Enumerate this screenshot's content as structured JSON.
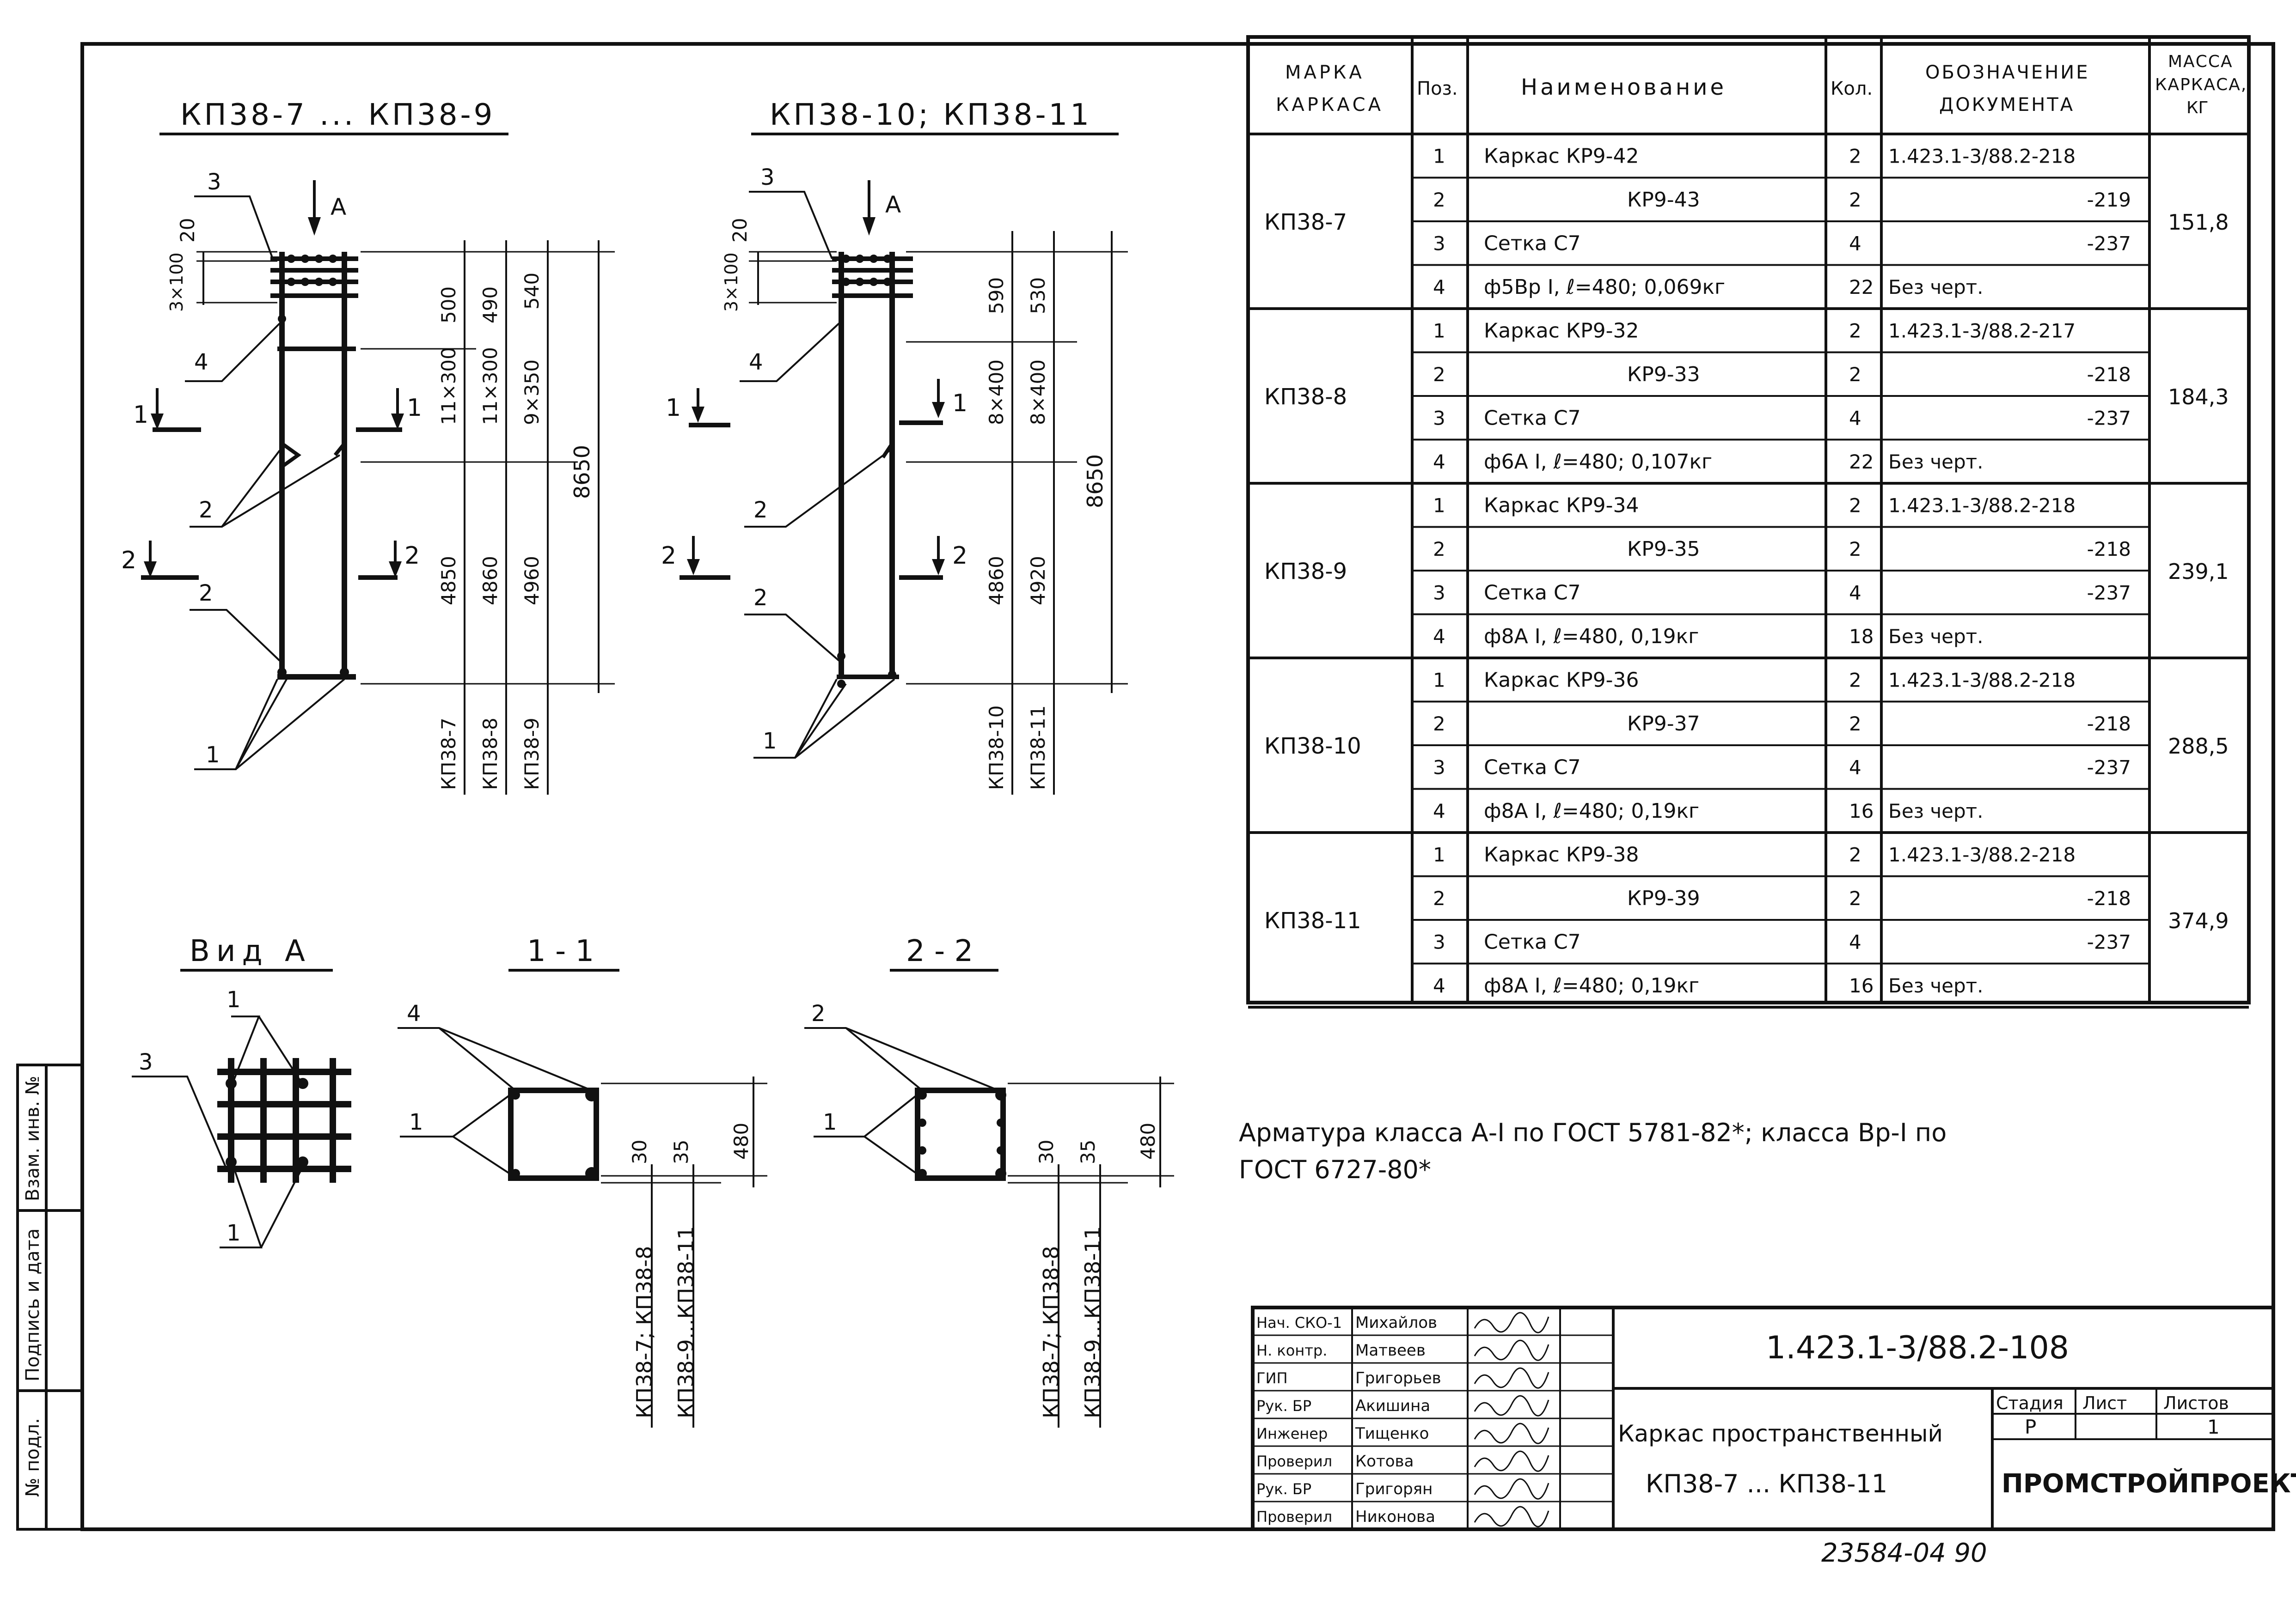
{
  "sheet": {
    "code": "1.423.1-3/88.2-108",
    "bottom_note": "23584-04   90"
  },
  "drawings": {
    "left_title": "КП38-7 ... КП38-9",
    "right_title": "КП38-10; КП38-11",
    "arrow_label": "А",
    "callouts": {
      "n1": "1",
      "n2": "2",
      "n3": "3",
      "n4": "4"
    },
    "left_dims": {
      "top": "20",
      "spacing": "3×100",
      "col1": [
        "500",
        "11×300",
        "4850"
      ],
      "col2": [
        "490",
        "11×300",
        "4860"
      ],
      "col3": [
        "540",
        "9×350",
        "4960"
      ],
      "total": "8650",
      "marks": [
        "КП38-7",
        "КП38-8",
        "КП38-9"
      ]
    },
    "right_dims": {
      "top": "20",
      "spacing": "3×100",
      "col1": [
        "590",
        "8×400",
        "4860"
      ],
      "col2": [
        "530",
        "8×400",
        "4920"
      ],
      "total": "8650",
      "marks": [
        "КП38-10",
        "КП38-11"
      ]
    },
    "section_1": "1",
    "section_2": "2",
    "view_a_title": "Вид А",
    "sec11_title": "1 - 1",
    "sec22_title": "2 - 2",
    "sec_dims": {
      "d30": "30",
      "d35": "35",
      "d480": "480"
    },
    "sec_marks": [
      "КП38-7; КП38-8",
      "КП38-9...КП38-11"
    ]
  },
  "spec_table": {
    "headers": {
      "mark": "МАРКА КАРКАСА",
      "pos": "Поз.",
      "name": "Наименование",
      "qty": "Кол.",
      "doc": "Обозначение документа",
      "mass": "Масса каркаса, кг"
    },
    "groups": [
      {
        "mark": "КП38-7",
        "mass": "151,8",
        "rows": [
          {
            "pos": "1",
            "name": "Каркас  КР9-42",
            "qty": "2",
            "doc": "1.423.1-3/88.2-218"
          },
          {
            "pos": "2",
            "name": "КР9-43",
            "qty": "2",
            "doc": "-219"
          },
          {
            "pos": "3",
            "name": "Сетка  С7",
            "qty": "4",
            "doc": "-237"
          },
          {
            "pos": "4",
            "name": "ф5Вр I, ℓ=480; 0,069кг",
            "qty": "22",
            "doc": "Без черт."
          }
        ]
      },
      {
        "mark": "КП38-8",
        "mass": "184,3",
        "rows": [
          {
            "pos": "1",
            "name": "Каркас  КР9-32",
            "qty": "2",
            "doc": "1.423.1-3/88.2-217"
          },
          {
            "pos": "2",
            "name": "КР9-33",
            "qty": "2",
            "doc": "-218"
          },
          {
            "pos": "3",
            "name": "Сетка  С7",
            "qty": "4",
            "doc": "-237"
          },
          {
            "pos": "4",
            "name": "ф6А I, ℓ=480; 0,107кг",
            "qty": "22",
            "doc": "Без черт."
          }
        ]
      },
      {
        "mark": "КП38-9",
        "mass": "239,1",
        "rows": [
          {
            "pos": "1",
            "name": "Каркас  КР9-34",
            "qty": "2",
            "doc": "1.423.1-3/88.2-218"
          },
          {
            "pos": "2",
            "name": "КР9-35",
            "qty": "2",
            "doc": "-218"
          },
          {
            "pos": "3",
            "name": "Сетка  С7",
            "qty": "4",
            "doc": "-237"
          },
          {
            "pos": "4",
            "name": "ф8А I, ℓ=480, 0,19кг",
            "qty": "18",
            "doc": "Без черт."
          }
        ]
      },
      {
        "mark": "КП38-10",
        "mass": "288,5",
        "rows": [
          {
            "pos": "1",
            "name": "Каркас  КР9-36",
            "qty": "2",
            "doc": "1.423.1-3/88.2-218"
          },
          {
            "pos": "2",
            "name": "КР9-37",
            "qty": "2",
            "doc": "-218"
          },
          {
            "pos": "3",
            "name": "Сетка  С7",
            "qty": "4",
            "doc": "-237"
          },
          {
            "pos": "4",
            "name": "ф8А I, ℓ=480; 0,19кг",
            "qty": "16",
            "doc": "Без черт."
          }
        ]
      },
      {
        "mark": "КП38-11",
        "mass": "374,9",
        "rows": [
          {
            "pos": "1",
            "name": "Каркас  КР9-38",
            "qty": "2",
            "doc": "1.423.1-3/88.2-218"
          },
          {
            "pos": "2",
            "name": "КР9-39",
            "qty": "2",
            "doc": "-218"
          },
          {
            "pos": "3",
            "name": "Сетка  С7",
            "qty": "4",
            "doc": "-237"
          },
          {
            "pos": "4",
            "name": "ф8А I, ℓ=480; 0,19кг",
            "qty": "16",
            "doc": "Без черт."
          }
        ]
      }
    ]
  },
  "note": {
    "line1": "Арматура класса А-I по ГОСТ 5781-82*; класса Вр-I по",
    "line2": "ГОСТ 6727-80*"
  },
  "side_stamp": {
    "f1": "Взам. инв. №",
    "f2": "Подпись и дата",
    "f3": "№ подл."
  },
  "title_block": {
    "people": [
      {
        "role": "Нач. СКО-1",
        "name": "Михайлов"
      },
      {
        "role": "Н. контр.",
        "name": "Матвеев"
      },
      {
        "role": "ГИП",
        "name": "Григорьев"
      },
      {
        "role": "Рук. БР",
        "name": "Акишина"
      },
      {
        "role": "Инженер",
        "name": "Тищенко"
      },
      {
        "role": "Проверил",
        "name": "Котова"
      },
      {
        "role": "Рук. БР",
        "name": "Григорян"
      },
      {
        "role": "Проверил",
        "name": "Никонова"
      }
    ],
    "doc_code": "1.423.1-3/88.2-108",
    "title_line1": "Каркас пространственный",
    "title_line2": "КП38-7 ... КП38-11",
    "stage_label": "Стадия",
    "sheet_label": "Лист",
    "sheets_label": "Листов",
    "stage": "Р",
    "sheet": "",
    "sheets": "1",
    "org": "ПРОМСТРОЙПРОЕКТ"
  }
}
